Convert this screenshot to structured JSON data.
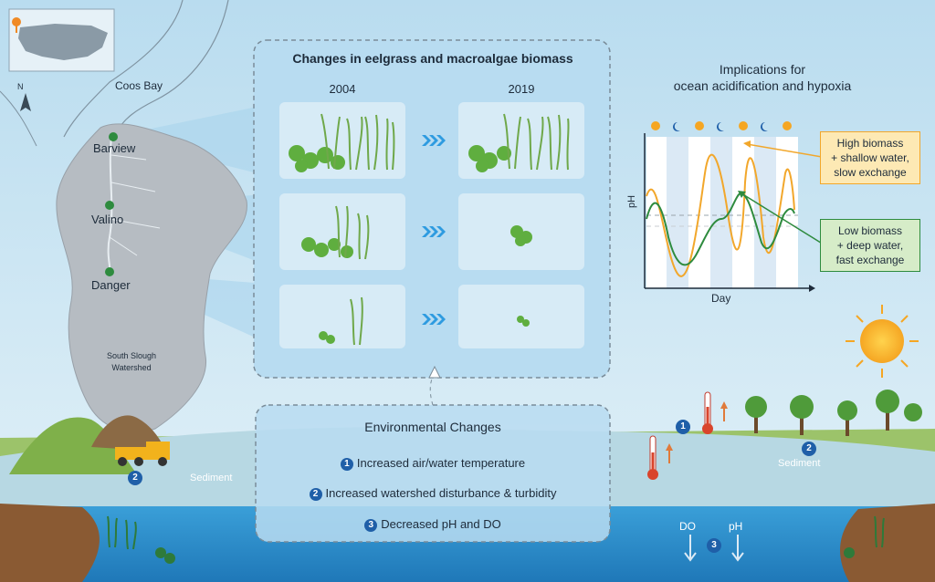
{
  "panel": {
    "title": "Changes in eelgrass and macroalgae biomass",
    "year_left": "2004",
    "year_right": "2019"
  },
  "map": {
    "bay_label": "Coos Bay",
    "north_label": "N",
    "sites": [
      "Barview",
      "Valino",
      "Danger"
    ],
    "watershed_label_1": "South Slough",
    "watershed_label_2": "Watershed"
  },
  "implications": {
    "title_line1": "Implications for",
    "title_line2": "ocean acidification and hypoxia",
    "high_box": [
      "High biomass",
      "+ shallow water,",
      "slow exchange"
    ],
    "low_box": [
      "Low biomass",
      "+ deep water,",
      "fast exchange"
    ],
    "ylabel": "pH",
    "xlabel": "Day",
    "colors": {
      "high": "#f2a72b",
      "low": "#2e8b3e"
    }
  },
  "environment": {
    "title": "Environmental Changes",
    "items": [
      {
        "num": "1",
        "text": "Increased air/water temperature"
      },
      {
        "num": "2",
        "text": "Increased watershed disturbance & turbidity"
      },
      {
        "num": "3",
        "text": "Decreased pH and DO"
      }
    ]
  },
  "scene": {
    "sediment_left": "Sediment",
    "sediment_right": "Sediment",
    "marker_left": "2",
    "marker_right_temp": "1",
    "marker_right_sed": "2",
    "marker_water": "3",
    "do_label": "DO",
    "ph_label": "pH"
  }
}
